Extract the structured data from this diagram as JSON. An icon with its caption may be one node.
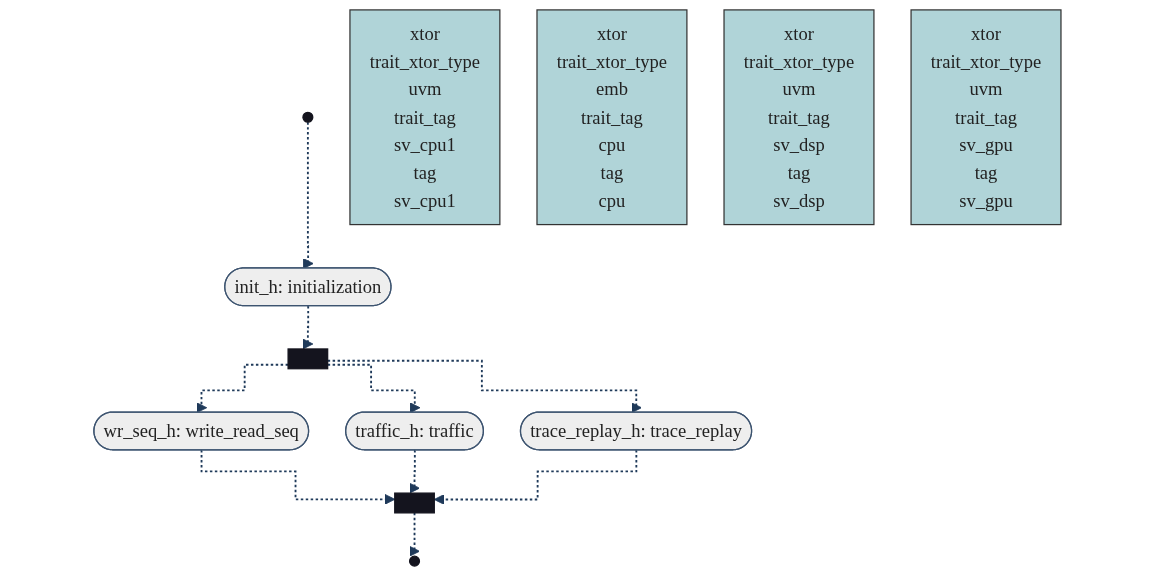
{
  "diagram": {
    "nodes": [
      {
        "text": [],
        "shape": "circle"
      },
      {
        "text": [
          "init_h: initialization"
        ]
      },
      {
        "text": [
          "xtor",
          "trait_xtor_type",
          "uvm",
          "trait_tag",
          "sv_cpu1",
          "tag",
          "sv_cpu1"
        ]
      },
      {
        "text": [],
        "shape": "bar"
      },
      {
        "text": [
          "wr_seq_h: write_read_seq"
        ]
      },
      {
        "text": [
          "xtor",
          "trait_xtor_type",
          "emb",
          "trait_tag",
          "cpu",
          "tag",
          "cpu"
        ]
      },
      {
        "text": [
          "traffic_h: traffic"
        ]
      },
      {
        "text": [
          "xtor",
          "trait_xtor_type",
          "uvm",
          "trait_tag",
          "sv_dsp",
          "tag",
          "sv_dsp"
        ]
      },
      {
        "text": [
          "trace_replay_h: trace_replay"
        ]
      },
      {
        "text": [
          "xtor",
          "trait_xtor_type",
          "uvm",
          "trait_tag",
          "sv_gpu",
          "tag",
          "sv_gpu"
        ]
      },
      {
        "text": [],
        "shape": "bar"
      },
      {
        "text": [],
        "shape": "circle"
      }
    ],
    "edges": [
      {
        "from": 0,
        "to": 1,
        "arrow": "to",
        "style": "dashed"
      },
      {
        "from": 1,
        "to": 3,
        "arrow": "to",
        "style": "dashed"
      },
      {
        "from": 3,
        "to": 4,
        "arrow": "to",
        "style": "dashed"
      },
      {
        "from": 3,
        "to": 6,
        "arrow": "to",
        "style": "dashed"
      },
      {
        "from": 3,
        "to": 8,
        "arrow": "to",
        "style": "dashed"
      },
      {
        "from": 4,
        "to": 10,
        "arrow": "to",
        "style": "dashed"
      },
      {
        "from": 6,
        "to": 10,
        "arrow": "to",
        "style": "dashed"
      },
      {
        "from": 8,
        "to": 10,
        "arrow": "to",
        "style": "dashed"
      },
      {
        "from": 10,
        "to": 11,
        "arrow": "to",
        "style": "dashed"
      }
    ]
  }
}
